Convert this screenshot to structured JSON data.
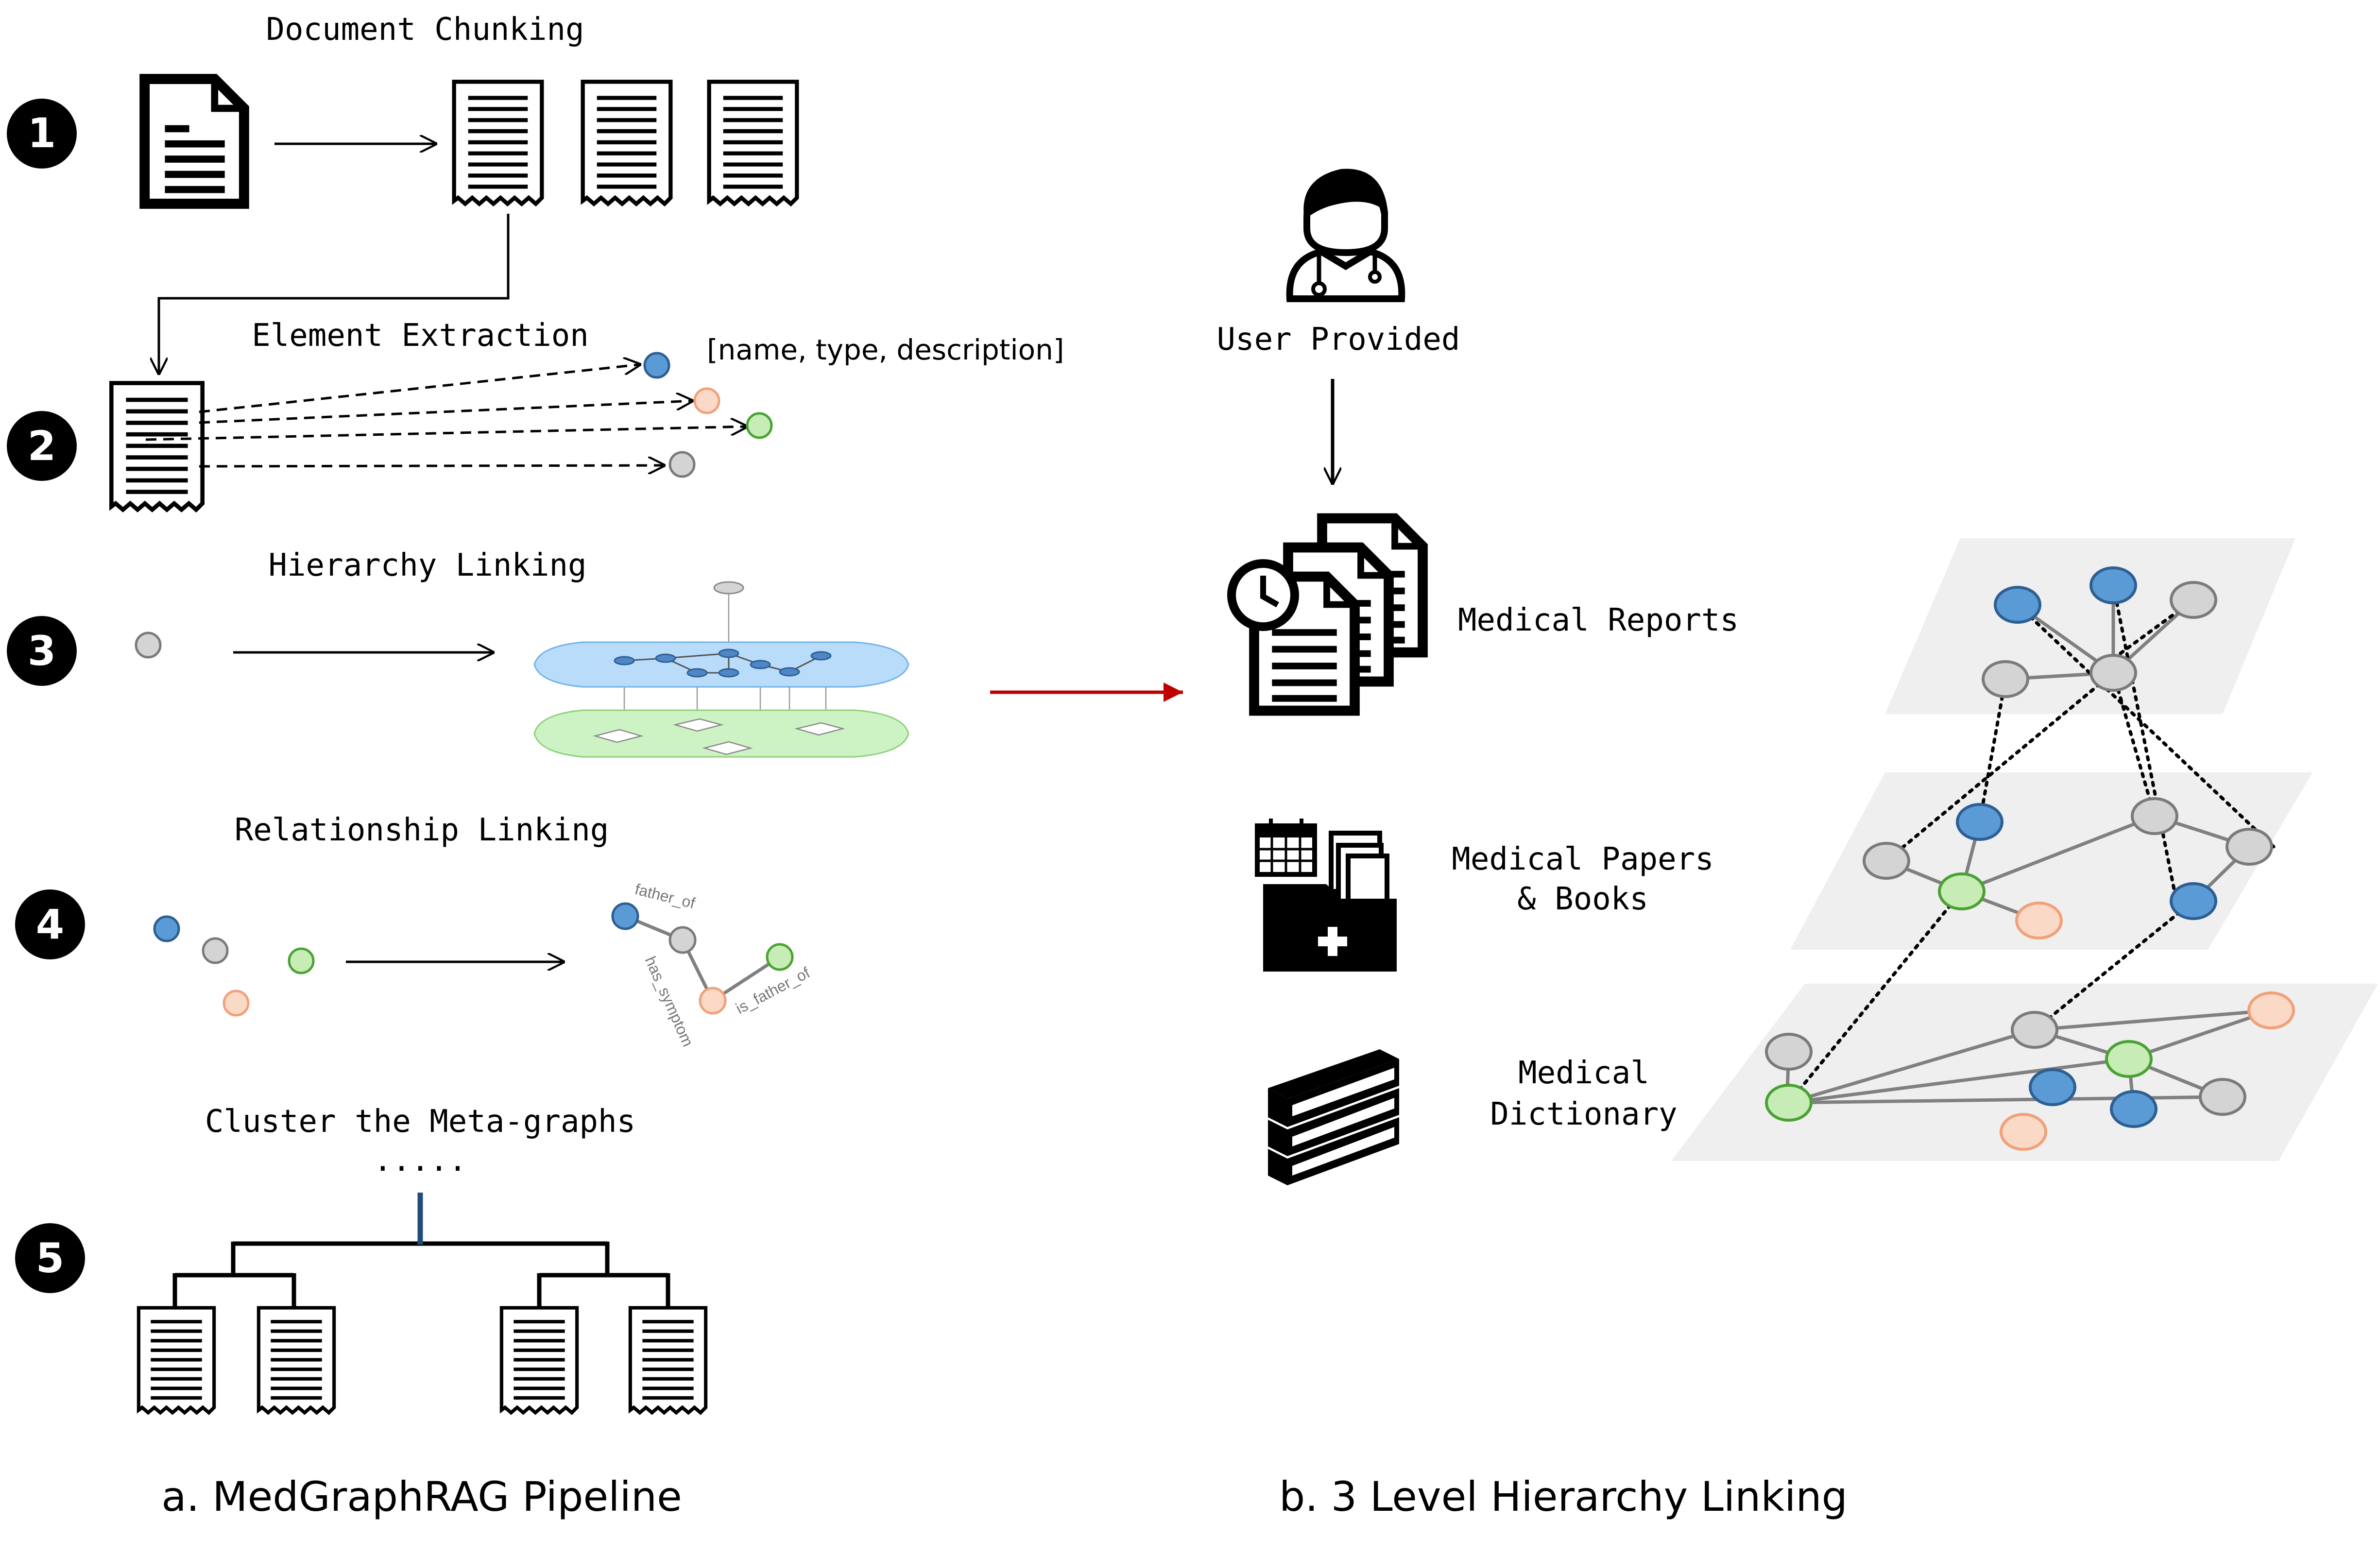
{
  "colors": {
    "blue_node": "#5b9bd5",
    "blue_stroke": "#2e5f92",
    "peach_node": "#fbd9c7",
    "peach_stroke": "#f0a17a",
    "green_node": "#c8ecb5",
    "green_stroke": "#4aa234",
    "gray_node": "#d4d4d4",
    "gray_stroke": "#7a7a7a",
    "plane_fill": "#efefef",
    "blue_layer": "#b9dcfb",
    "green_layer": "#cdf3c4",
    "red_arrow": "#c00000",
    "tree_stem": "#1f4e79"
  },
  "left": {
    "step1": {
      "number": "1",
      "title": "Document Chunking"
    },
    "step2": {
      "number": "2",
      "title": "Element Extraction",
      "annotation": "[name, type, description]"
    },
    "step3": {
      "number": "3",
      "title": "Hierarchy Linking"
    },
    "step4": {
      "number": "4",
      "title": "Relationship Linking",
      "edges": [
        "father_of",
        "has_symptom",
        "is_father_of"
      ]
    },
    "step5": {
      "number": "5",
      "title": "Cluster the Meta-graphs",
      "ellipsis": "....."
    },
    "caption": "a. MedGraphRAG Pipeline"
  },
  "right": {
    "user_label": "User Provided",
    "level1_label": "Medical Reports",
    "level2_label_line1": "Medical Papers",
    "level2_label_line2": "& Books",
    "level3_label_line1": "Medical",
    "level3_label_line2": "Dictionary",
    "caption": "b. 3 Level Hierarchy Linking"
  }
}
